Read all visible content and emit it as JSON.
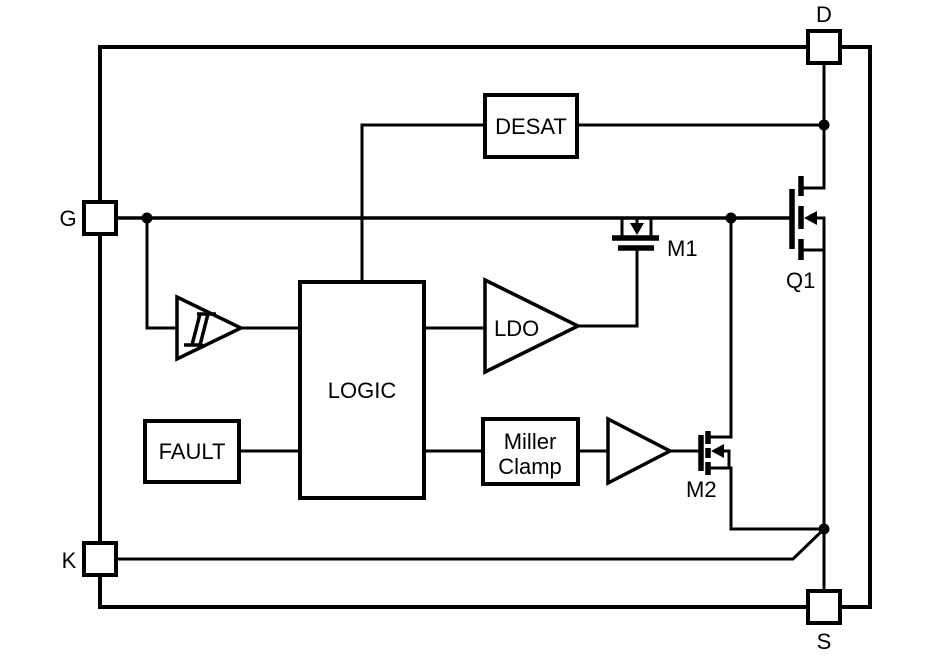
{
  "diagram": {
    "background_color": "#ffffff",
    "line_color": "#000000",
    "pins": {
      "drain": "D",
      "gate": "G",
      "kelvin": "K",
      "source": "S"
    },
    "blocks": {
      "desat": "DESAT",
      "logic": "LOGIC",
      "fault": "FAULT",
      "miller_clamp": {
        "line1": "Miller",
        "line2": "Clamp"
      },
      "ldo": "LDO"
    },
    "transistors": {
      "m1": "M1",
      "m2": "M2",
      "q1": "Q1"
    }
  }
}
